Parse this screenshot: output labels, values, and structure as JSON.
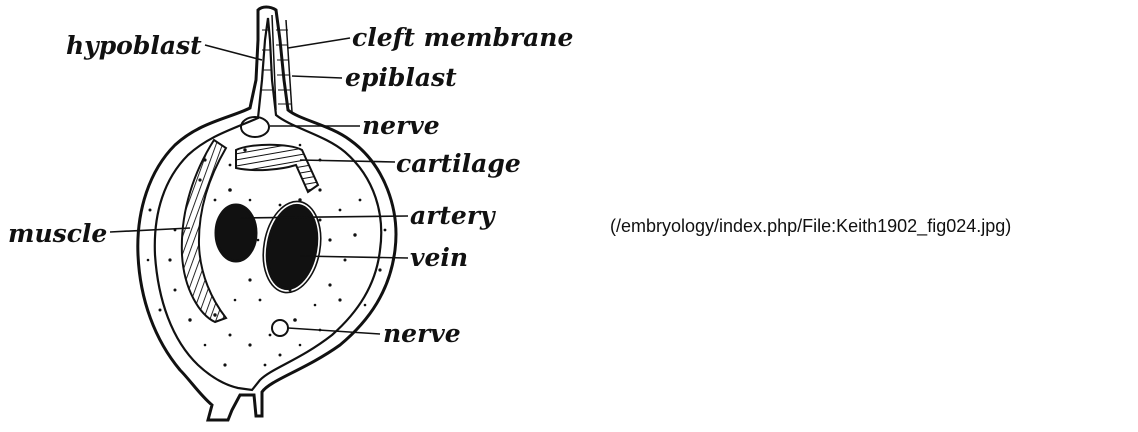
{
  "figure": {
    "labels": {
      "hypoblast": "hypoblast",
      "cleft_membrane": "cleft membrane",
      "epiblast": "epiblast",
      "nerve_top": "nerve",
      "cartilage": "cartilage",
      "artery": "artery",
      "muscle": "muscle",
      "vein": "vein",
      "nerve_bottom": "nerve"
    },
    "colors": {
      "ink": "#111111",
      "background": "#ffffff"
    }
  },
  "caption": {
    "text": "(/embryology/index.php/File:Keith1902_fig024.jpg)"
  }
}
